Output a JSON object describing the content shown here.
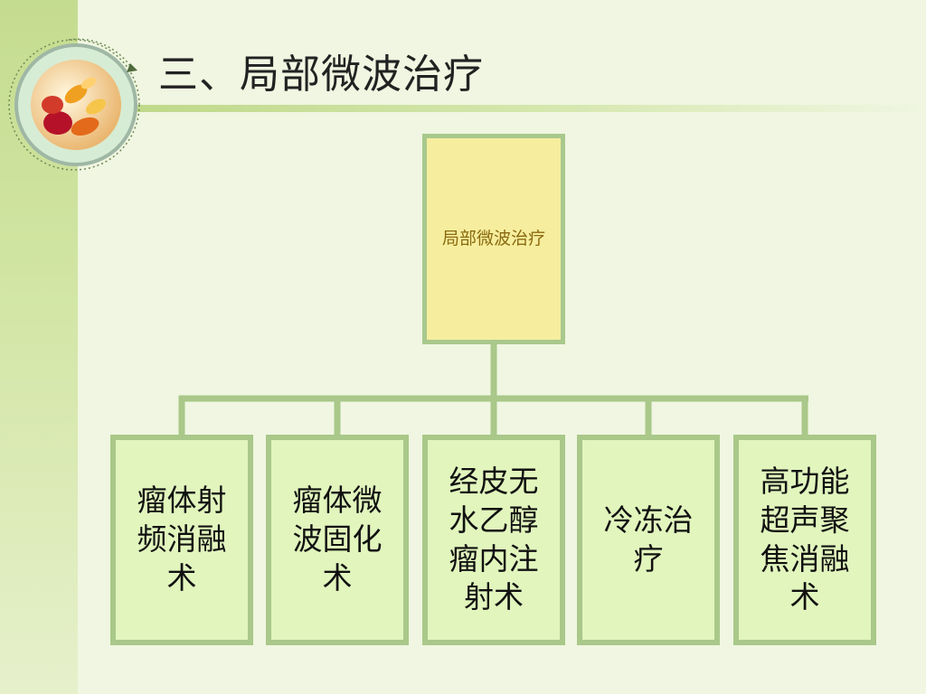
{
  "slide": {
    "title": "三、局部微波治疗"
  },
  "diagram": {
    "root": {
      "label": "局部微波治疗"
    },
    "children": [
      {
        "label": "瘤体射频消融术"
      },
      {
        "label": "瘤体微波固化术"
      },
      {
        "label": "经皮无水乙醇瘤内注射术"
      },
      {
        "label": "冷冻治疗"
      },
      {
        "label": "高功能超声聚焦消融术"
      }
    ]
  },
  "colors": {
    "background": "#f0f6e1",
    "root_fill": "#f6ee9e",
    "child_fill": "#e1f5bd",
    "connector": "#a9c889",
    "root_text": "#8a6a10"
  },
  "icons": {
    "logo": "pills-in-circle-icon"
  }
}
